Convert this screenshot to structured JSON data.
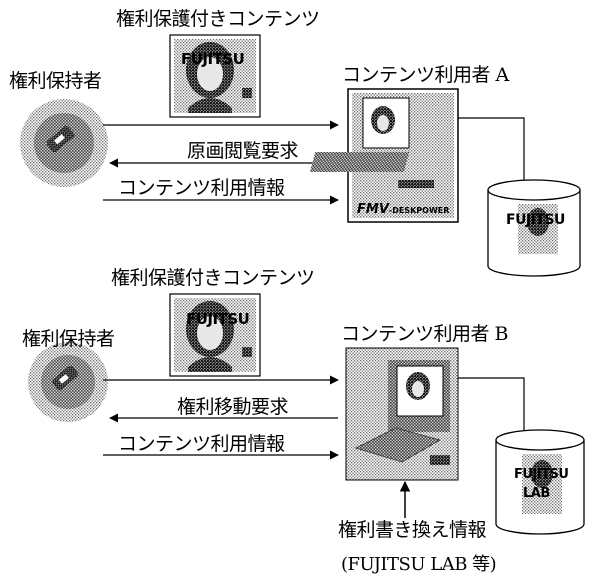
{
  "colors": {
    "ink": "#000000",
    "paper": "#ffffff",
    "halftone_light": "#c8c8c8",
    "halftone_mid": "#8c8c8c",
    "halftone_dark": "#3c3c3c"
  },
  "top": {
    "protected_content_label": "権利保護付きコンテンツ",
    "rights_holder_label": "権利保持者",
    "content_user_label": "コンテンツ利用者 A",
    "arrow_request_label": "原画閲覧要求",
    "arrow_usage_info_label": "コンテンツ利用情報",
    "content_watermark": "FUJITSU",
    "pc_brand": "FMV",
    "pc_model": "-DESKPOWER",
    "db_watermark": "FUJITSU"
  },
  "bottom": {
    "protected_content_label": "権利保護付きコンテンツ",
    "rights_holder_label": "権利保持者",
    "content_user_label": "コンテンツ利用者 B",
    "arrow_request_label": "権利移動要求",
    "arrow_usage_info_label": "コンテンツ利用情報",
    "content_watermark": "FUJITSU",
    "db_watermark_1": "FUJITSU",
    "db_watermark_2": "LAB",
    "rewrite_label": "権利書き換え情報",
    "rewrite_note": "(FUJITSU LAB 等)"
  },
  "icons": {
    "rights_holder_device": "card-reader-icon",
    "content_image": "portrait-photo-icon",
    "user_computer": "desktop-computer-icon",
    "user_storage": "database-cylinder-icon"
  }
}
